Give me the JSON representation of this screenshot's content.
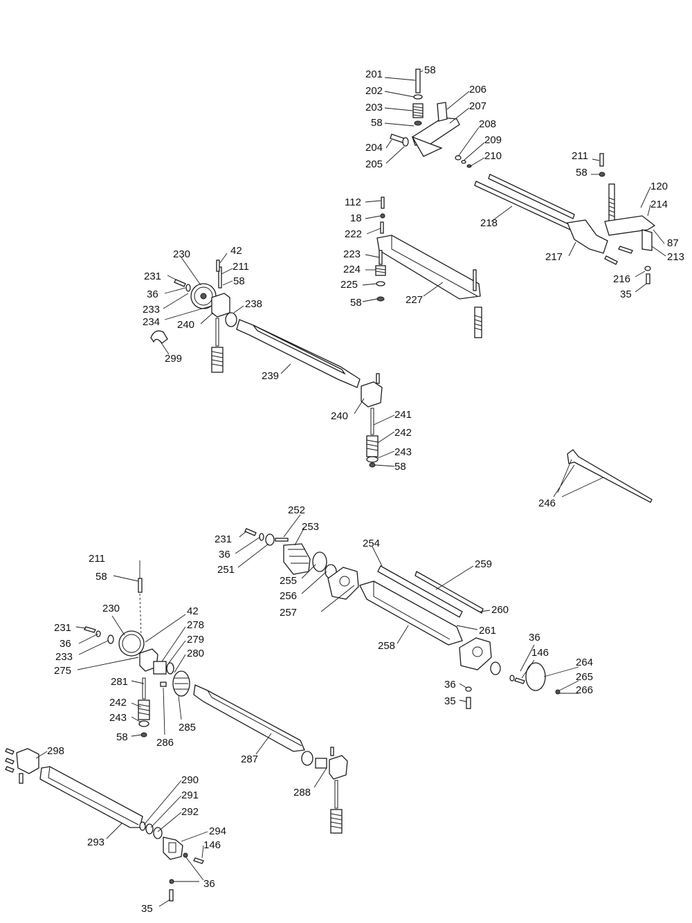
{
  "callouts": [
    {
      "id": "c201",
      "text": "201"
    },
    {
      "id": "c58a",
      "text": "58"
    },
    {
      "id": "c202",
      "text": "202"
    },
    {
      "id": "c206",
      "text": "206"
    },
    {
      "id": "c203",
      "text": "203"
    },
    {
      "id": "c207",
      "text": "207"
    },
    {
      "id": "c58b",
      "text": "58"
    },
    {
      "id": "c208",
      "text": "208"
    },
    {
      "id": "c209",
      "text": "209"
    },
    {
      "id": "c204",
      "text": "204"
    },
    {
      "id": "c210",
      "text": "210"
    },
    {
      "id": "c205",
      "text": "205"
    },
    {
      "id": "c211a",
      "text": "211"
    },
    {
      "id": "c58c",
      "text": "58"
    },
    {
      "id": "c120",
      "text": "120"
    },
    {
      "id": "c214",
      "text": "214"
    },
    {
      "id": "c112",
      "text": "112"
    },
    {
      "id": "c18",
      "text": "18"
    },
    {
      "id": "c218",
      "text": "218"
    },
    {
      "id": "c222",
      "text": "222"
    },
    {
      "id": "c87",
      "text": "87"
    },
    {
      "id": "c223",
      "text": "223"
    },
    {
      "id": "c217",
      "text": "217"
    },
    {
      "id": "c213",
      "text": "213"
    },
    {
      "id": "c224",
      "text": "224"
    },
    {
      "id": "c216",
      "text": "216"
    },
    {
      "id": "c225",
      "text": "225"
    },
    {
      "id": "c227",
      "text": "227"
    },
    {
      "id": "c35a",
      "text": "35"
    },
    {
      "id": "c58d",
      "text": "58"
    },
    {
      "id": "c42a",
      "text": "42"
    },
    {
      "id": "c230a",
      "text": "230"
    },
    {
      "id": "c211b",
      "text": "211"
    },
    {
      "id": "c231a",
      "text": "231"
    },
    {
      "id": "c58e",
      "text": "58"
    },
    {
      "id": "c36a",
      "text": "36"
    },
    {
      "id": "c238",
      "text": "238"
    },
    {
      "id": "c233a",
      "text": "233"
    },
    {
      "id": "c234",
      "text": "234"
    },
    {
      "id": "c240a",
      "text": "240"
    },
    {
      "id": "c299",
      "text": "299"
    },
    {
      "id": "c239",
      "text": "239"
    },
    {
      "id": "c240b",
      "text": "240"
    },
    {
      "id": "c241",
      "text": "241"
    },
    {
      "id": "c242a",
      "text": "242"
    },
    {
      "id": "c243a",
      "text": "243"
    },
    {
      "id": "c58f",
      "text": "58"
    },
    {
      "id": "c246",
      "text": "246"
    },
    {
      "id": "c252",
      "text": "252"
    },
    {
      "id": "c253",
      "text": "253"
    },
    {
      "id": "c231b",
      "text": "231"
    },
    {
      "id": "c36b",
      "text": "36"
    },
    {
      "id": "c254",
      "text": "254"
    },
    {
      "id": "c251",
      "text": "251"
    },
    {
      "id": "c259",
      "text": "259"
    },
    {
      "id": "c211c",
      "text": "211"
    },
    {
      "id": "c255",
      "text": "255"
    },
    {
      "id": "c58g",
      "text": "58"
    },
    {
      "id": "c256",
      "text": "256"
    },
    {
      "id": "c257",
      "text": "257"
    },
    {
      "id": "c260",
      "text": "260"
    },
    {
      "id": "c230b",
      "text": "230"
    },
    {
      "id": "c42b",
      "text": "42"
    },
    {
      "id": "c261",
      "text": "261"
    },
    {
      "id": "c231c",
      "text": "231"
    },
    {
      "id": "c278",
      "text": "278"
    },
    {
      "id": "c36c",
      "text": "36"
    },
    {
      "id": "c279",
      "text": "279"
    },
    {
      "id": "c258",
      "text": "258"
    },
    {
      "id": "c36d",
      "text": "36"
    },
    {
      "id": "c233b",
      "text": "233"
    },
    {
      "id": "c280",
      "text": "280"
    },
    {
      "id": "c146a",
      "text": "146"
    },
    {
      "id": "c275",
      "text": "275"
    },
    {
      "id": "c264",
      "text": "264"
    },
    {
      "id": "c281",
      "text": "281"
    },
    {
      "id": "c265",
      "text": "265"
    },
    {
      "id": "c36e",
      "text": "36"
    },
    {
      "id": "c266",
      "text": "266"
    },
    {
      "id": "c242b",
      "text": "242"
    },
    {
      "id": "c35b",
      "text": "35"
    },
    {
      "id": "c285",
      "text": "285"
    },
    {
      "id": "c243b",
      "text": "243"
    },
    {
      "id": "c58h",
      "text": "58"
    },
    {
      "id": "c286",
      "text": "286"
    },
    {
      "id": "c298",
      "text": "298"
    },
    {
      "id": "c287",
      "text": "287"
    },
    {
      "id": "c290",
      "text": "290"
    },
    {
      "id": "c291",
      "text": "291"
    },
    {
      "id": "c292",
      "text": "292"
    },
    {
      "id": "c288",
      "text": "288"
    },
    {
      "id": "c294",
      "text": "294"
    },
    {
      "id": "c293",
      "text": "293"
    },
    {
      "id": "c146b",
      "text": "146"
    },
    {
      "id": "c36f",
      "text": "36"
    },
    {
      "id": "c35c",
      "text": "35"
    }
  ]
}
